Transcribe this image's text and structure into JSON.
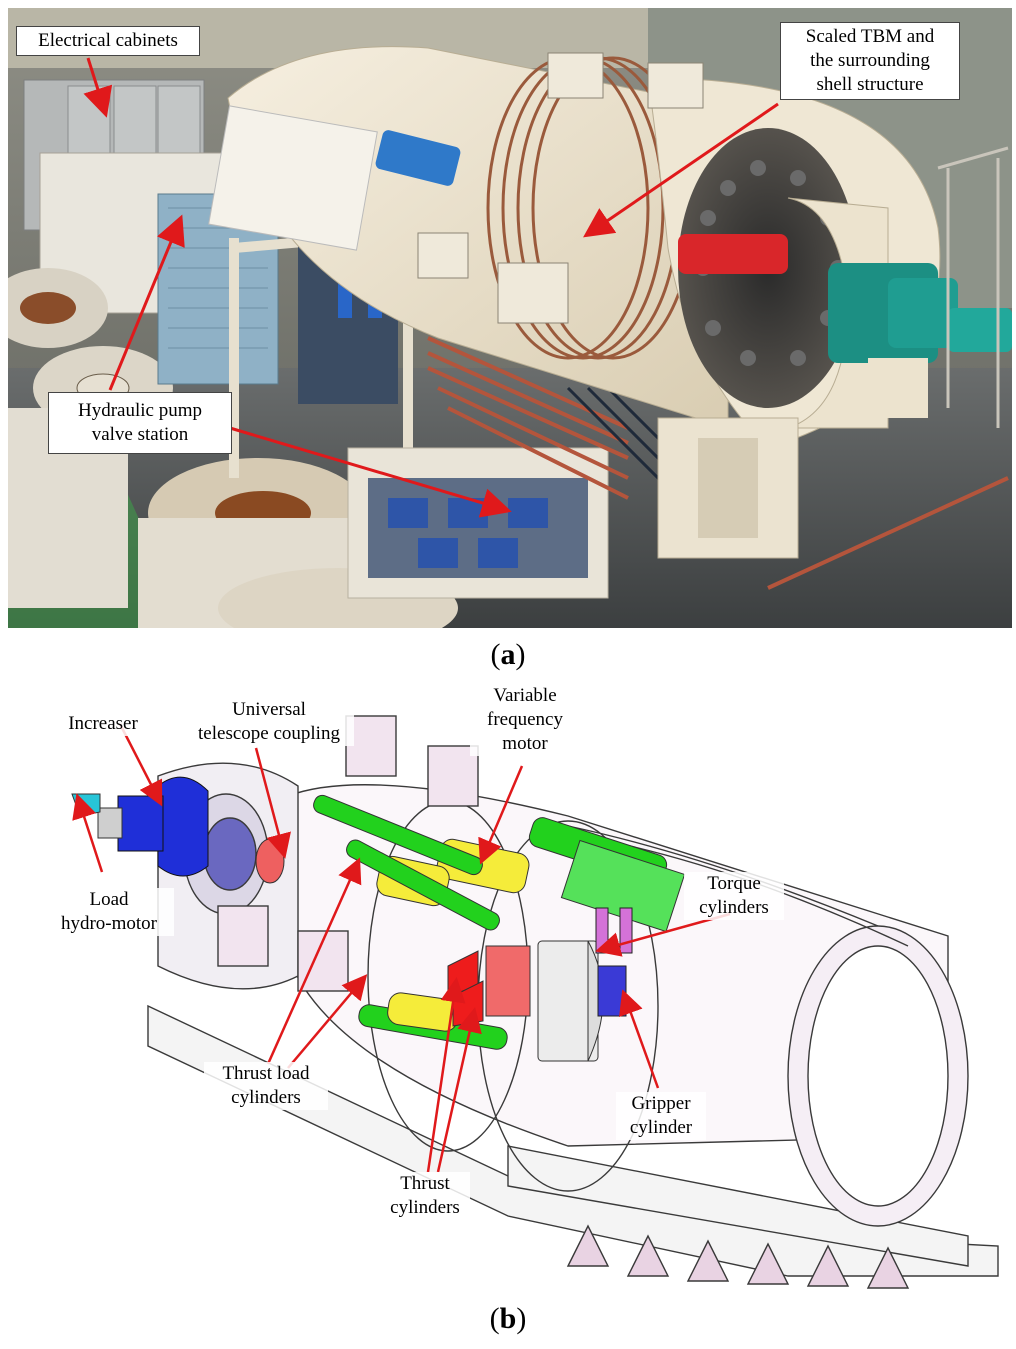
{
  "panel_a": {
    "caption": "a",
    "labels": {
      "electrical": "Electrical cabinets",
      "tbm_1": "Scaled TBM and",
      "tbm_2": "the surrounding",
      "tbm_3": "shell structure",
      "hydraulic_1": "Hydraulic pump",
      "hydraulic_2": "valve station"
    }
  },
  "panel_b": {
    "caption": "b",
    "labels": {
      "increaser": "Increaser",
      "universal_1": "Universal",
      "universal_2": "telescope coupling",
      "vfm_1": "Variable",
      "vfm_2": "frequency",
      "vfm_3": "motor",
      "load_1": "Load",
      "load_2": "hydro-motor",
      "torque_1": "Torque",
      "torque_2": "cylinders",
      "thrust_load_1": "Thrust load",
      "thrust_load_2": "cylinders",
      "gripper_1": "Gripper",
      "gripper_2": "cylinder",
      "thrust_1": "Thrust",
      "thrust_2": "cylinders"
    }
  },
  "colors": {
    "arrow": "#e0191b",
    "green": "#22d11d",
    "yellow": "#f5ec3a",
    "blue": "#1f2fd8",
    "red": "#ee1c1c",
    "teal": "#1c8f83",
    "shell": "#efe6d2"
  }
}
